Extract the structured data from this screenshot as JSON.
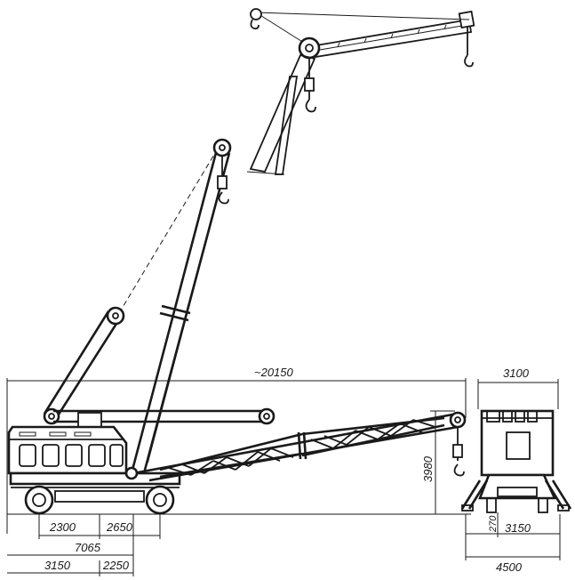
{
  "dimensions": {
    "boom_reach": "~20150",
    "top_width": "3100",
    "height": "3980",
    "wheelbase_front": "2300",
    "wheelbase_rear": "2650",
    "overall_length": "7065",
    "overhang_left": "3150",
    "overhang_right": "2250",
    "rear_clearance": "270",
    "track_inner": "3150",
    "track_outer": "4500"
  }
}
